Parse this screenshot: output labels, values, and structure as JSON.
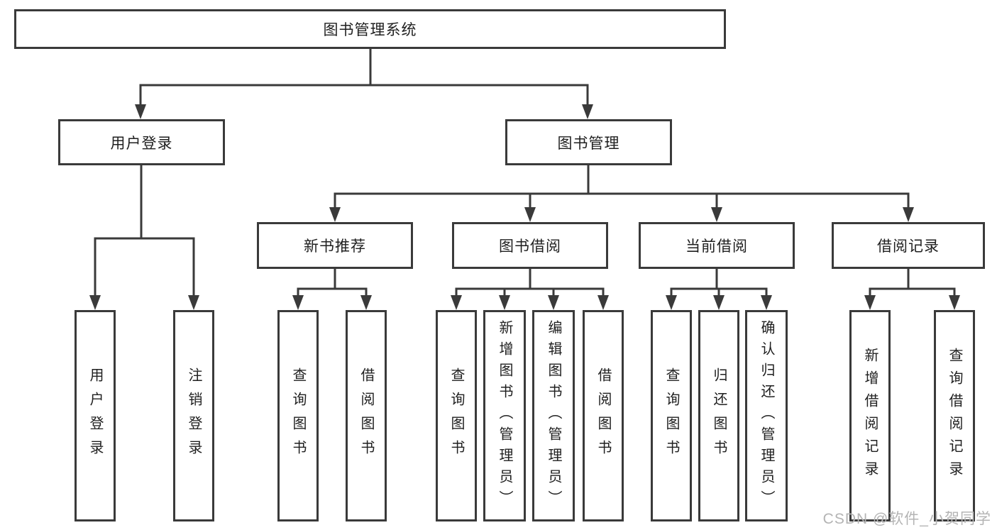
{
  "tree": {
    "label": "图书管理系统",
    "children": [
      {
        "label": "用户登录",
        "children": [
          {
            "label": "用户登录"
          },
          {
            "label": "注销登录"
          }
        ]
      },
      {
        "label": "图书管理",
        "children": [
          {
            "label": "新书推荐",
            "children": [
              {
                "label": "查询图书"
              },
              {
                "label": "借阅图书"
              }
            ]
          },
          {
            "label": "图书借阅",
            "children": [
              {
                "label": "查询图书"
              },
              {
                "label": "新增图书（管理员）"
              },
              {
                "label": "编辑图书（管理员）"
              },
              {
                "label": "借阅图书"
              }
            ]
          },
          {
            "label": "当前借阅",
            "children": [
              {
                "label": "查询图书"
              },
              {
                "label": "归还图书"
              },
              {
                "label": "确认归还（管理员）"
              }
            ]
          },
          {
            "label": "借阅记录",
            "children": [
              {
                "label": "新增借阅记录"
              },
              {
                "label": "查询借阅记录"
              }
            ]
          }
        ]
      }
    ]
  },
  "watermark": {
    "text": "CSDN @软件_小贺同学"
  },
  "colors": {
    "line": "#3a3a3a",
    "box_border": "#3a3a3a",
    "text": "#1f1f1f",
    "watermark": "#b4b4b4",
    "background": "#ffffff"
  }
}
